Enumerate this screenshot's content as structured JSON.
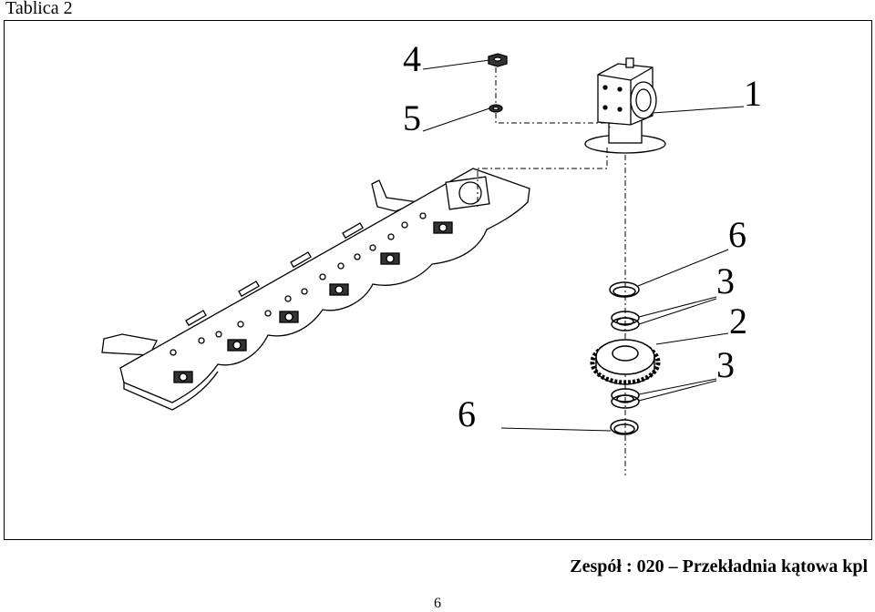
{
  "header": {
    "title": "Tablica 2"
  },
  "callouts": {
    "c1": "1",
    "c2": "2",
    "c3a": "3",
    "c3b": "3",
    "c4": "4",
    "c5": "5",
    "c6a": "6",
    "c6b": "6"
  },
  "footer": {
    "caption": "Zespół : 020 – Przekładnia kątowa kpl",
    "page_number": "6"
  }
}
